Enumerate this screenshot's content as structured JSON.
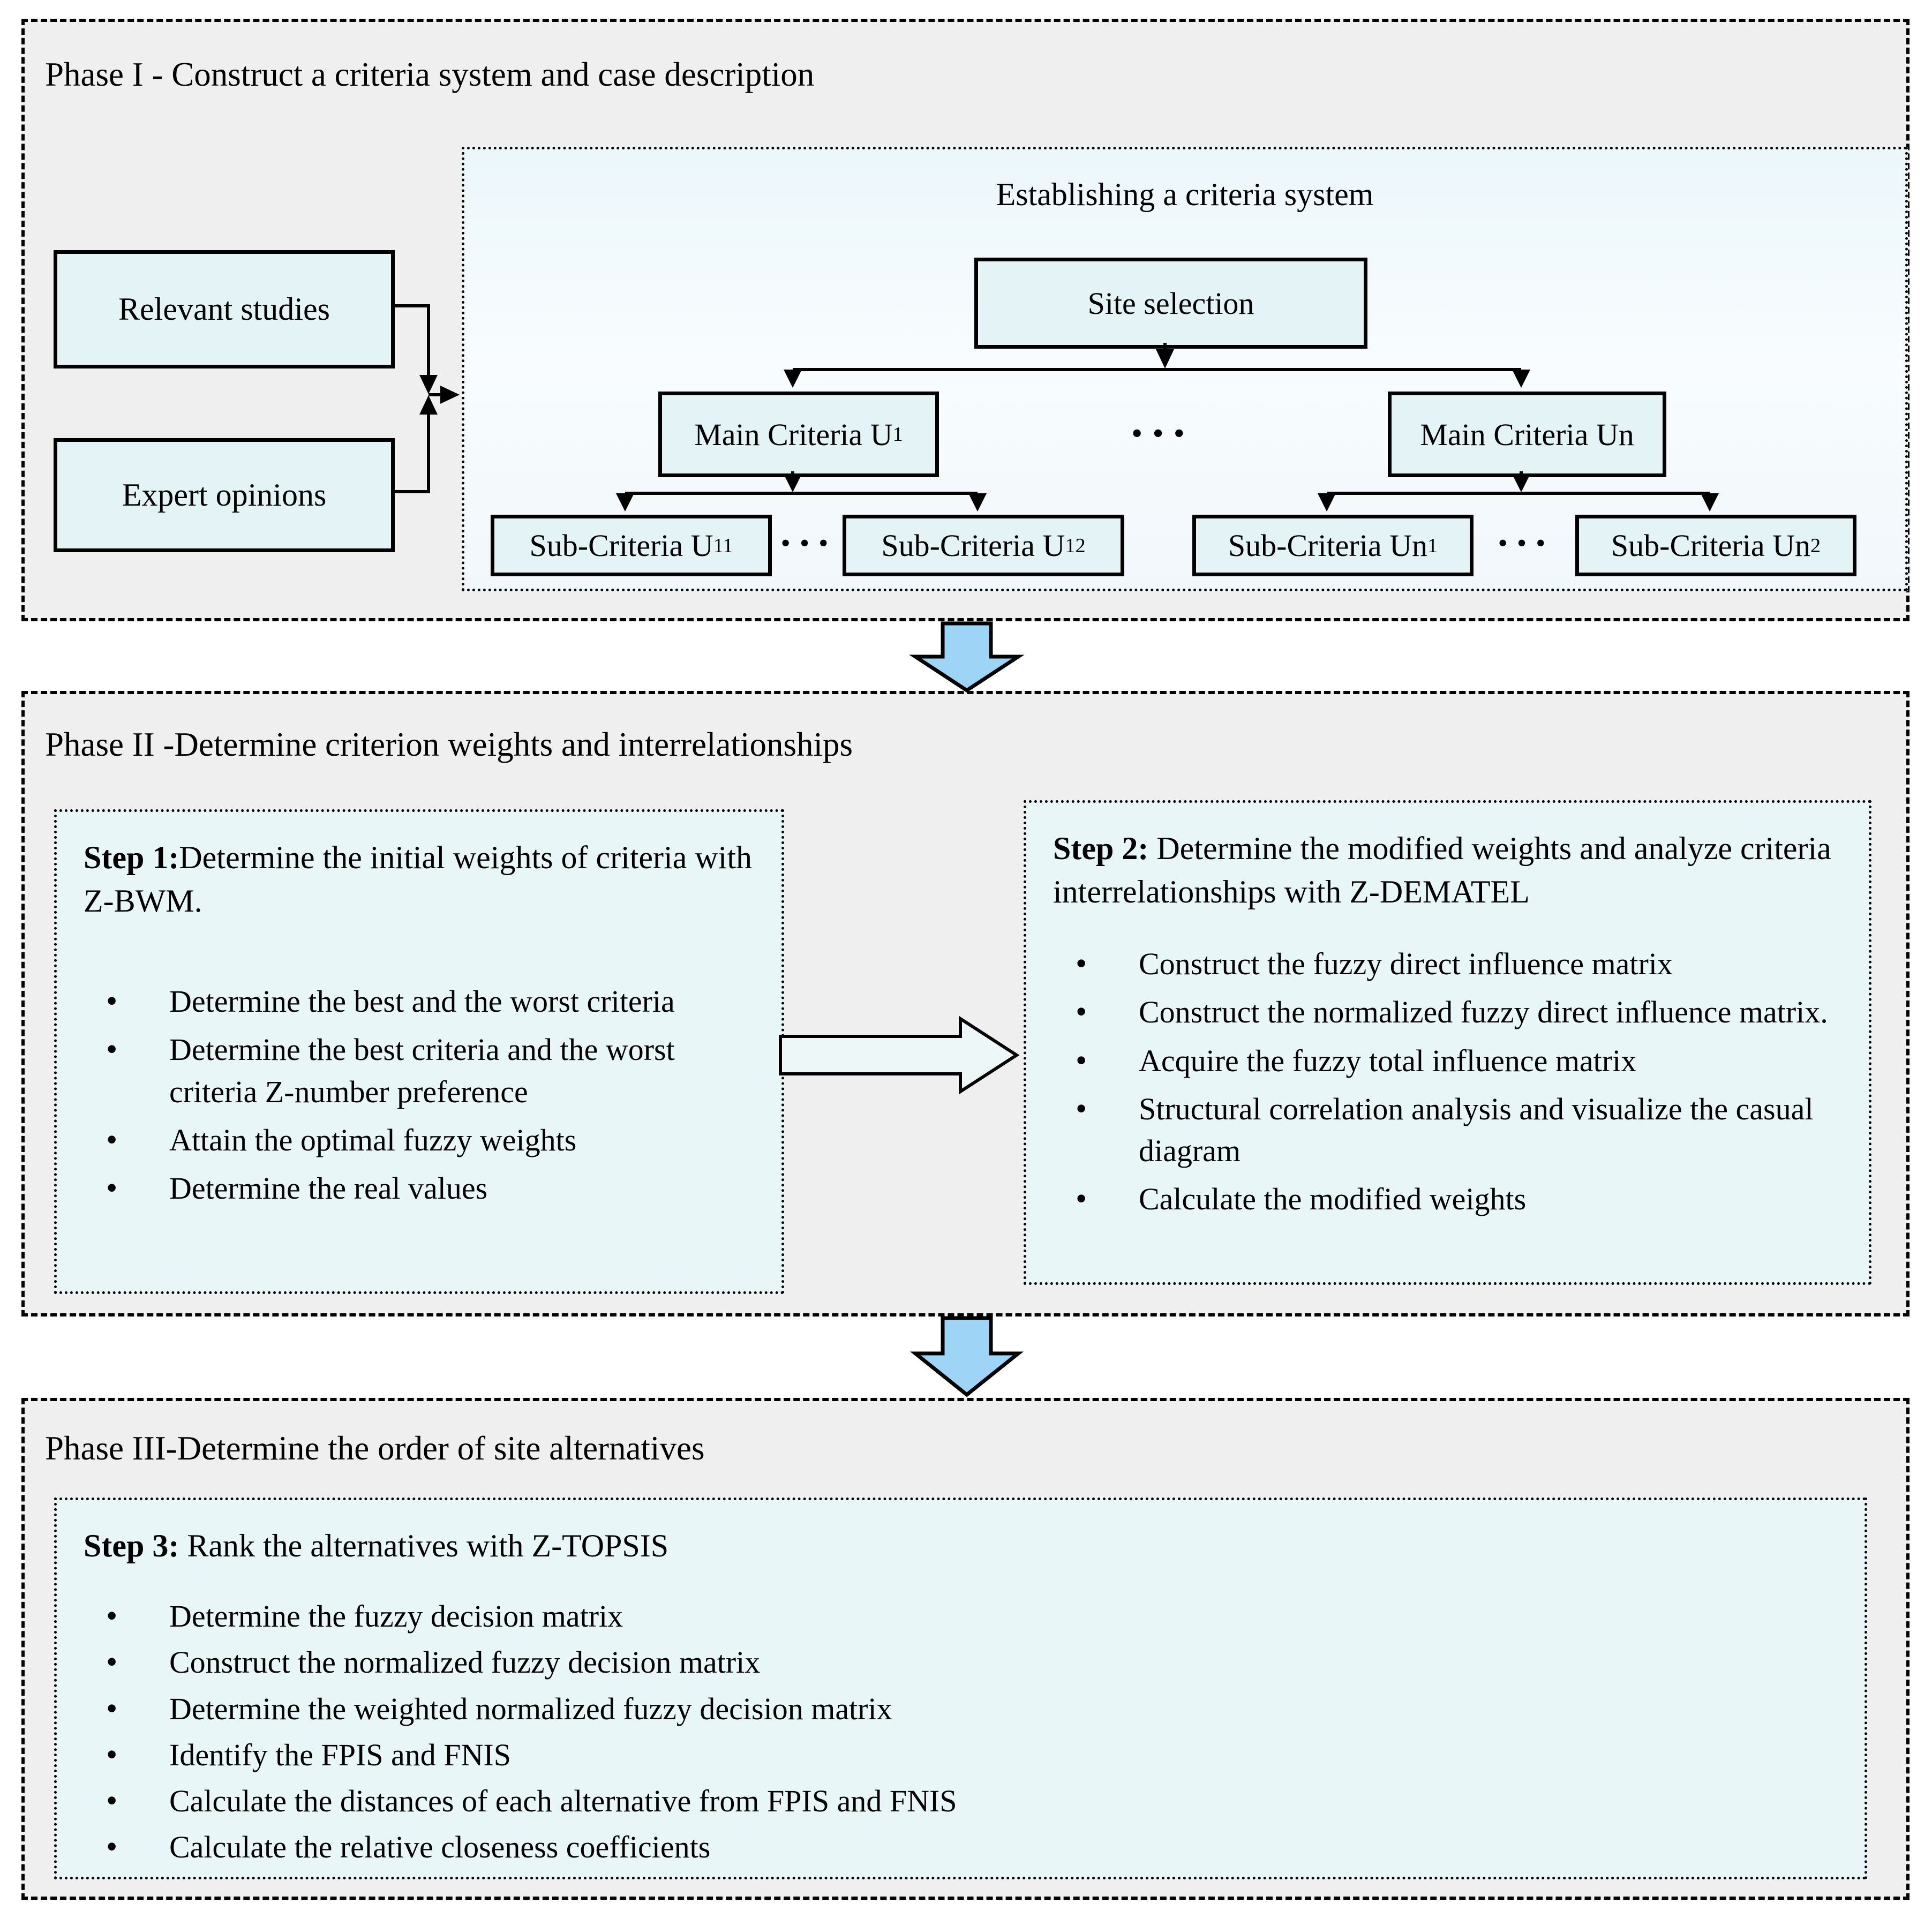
{
  "phase1": {
    "title": "Phase I - Construct a criteria system and case description",
    "sources": [
      {
        "label": "Relevant studies"
      },
      {
        "label": "Expert opinions"
      }
    ],
    "tree": {
      "title": "Establishing a criteria system",
      "ellipsis": "···",
      "nodes": {
        "site": {
          "text": "Site selection",
          "mid": "",
          "sub": ""
        },
        "main1": {
          "text": "Main Criteria U",
          "mid": "",
          "sub": "1"
        },
        "mainN": {
          "text": "Main Criteria U",
          "mid": "n",
          "sub": ""
        },
        "sub11": {
          "text": "Sub-Criteria U",
          "mid": "",
          "sub": "11"
        },
        "sub12": {
          "text": "Sub-Criteria U",
          "mid": "",
          "sub": "12"
        },
        "subN1": {
          "text": "Sub-Criteria U",
          "mid": "n",
          "sub": "1"
        },
        "subN2": {
          "text": "Sub-Criteria U",
          "mid": "n",
          "sub": "2"
        }
      }
    }
  },
  "phase2": {
    "title": "Phase II -Determine criterion weights and interrelationships",
    "step1": {
      "header_prefix": "Step 1:",
      "header_rest": "Determine the initial weights of criteria with Z-BWM.",
      "bullets": [
        "Determine the best and the worst criteria",
        "Determine the best criteria and the worst criteria Z-number preference",
        "Attain the optimal fuzzy weights",
        "Determine the real values"
      ]
    },
    "step2": {
      "header_prefix": "Step 2:",
      "header_rest": " Determine the modified weights and analyze criteria interrelationships with Z-DEMATEL",
      "bullets": [
        "Construct the fuzzy direct influence matrix",
        "Construct the normalized fuzzy direct influence matrix.",
        "Acquire the fuzzy total influence matrix",
        "Structural correlation analysis and visualize the casual diagram",
        "Calculate the modified weights"
      ]
    }
  },
  "phase3": {
    "title": "Phase III-Determine the order of site alternatives",
    "step3": {
      "header_prefix": "Step 3:",
      "header_rest": " Rank the alternatives with Z-TOPSIS",
      "bullets": [
        "Determine the fuzzy decision matrix",
        "Construct the normalized fuzzy decision matrix",
        "Determine the weighted normalized fuzzy decision matrix",
        "Identify the FPIS and FNIS",
        "Calculate the distances of each alternative from FPIS and FNIS",
        "Calculate the relative closeness coefficients"
      ]
    }
  },
  "colors": {
    "phase_panel": "#efeff0",
    "node_fill": "#e4f3f5",
    "step_fill": "#e9f6f8",
    "arrow_blue": "#9ed5f6",
    "outline": "#000000"
  }
}
